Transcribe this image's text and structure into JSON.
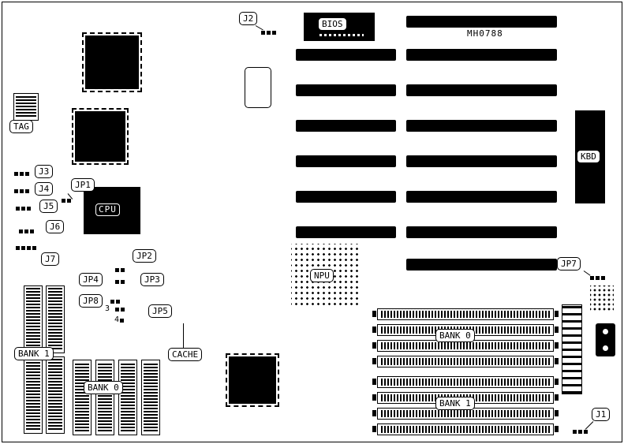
{
  "board": {
    "model": "MH0788"
  },
  "chips": {
    "cpu": "CPU",
    "npu": "NPU",
    "bios": "BIOS",
    "kbd": "KBD"
  },
  "jumpers": {
    "j1": "J1",
    "j2": "J2",
    "j3": "J3",
    "j4": "J4",
    "j5": "J5",
    "j6": "J6",
    "j7": "J7",
    "jp1": "JP1",
    "jp2": "JP2",
    "jp3": "JP3",
    "jp4": "JP4",
    "jp5": "JP5",
    "jp7": "JP7",
    "jp8": "JP8",
    "pin3": "3",
    "pin4": "4"
  },
  "memory": {
    "tag": "TAG",
    "cache": "CACHE",
    "bank0_left": "BANK 0",
    "bank1_left": "BANK 1",
    "bank0_right": "BANK 0",
    "bank1_right": "BANK 1"
  }
}
